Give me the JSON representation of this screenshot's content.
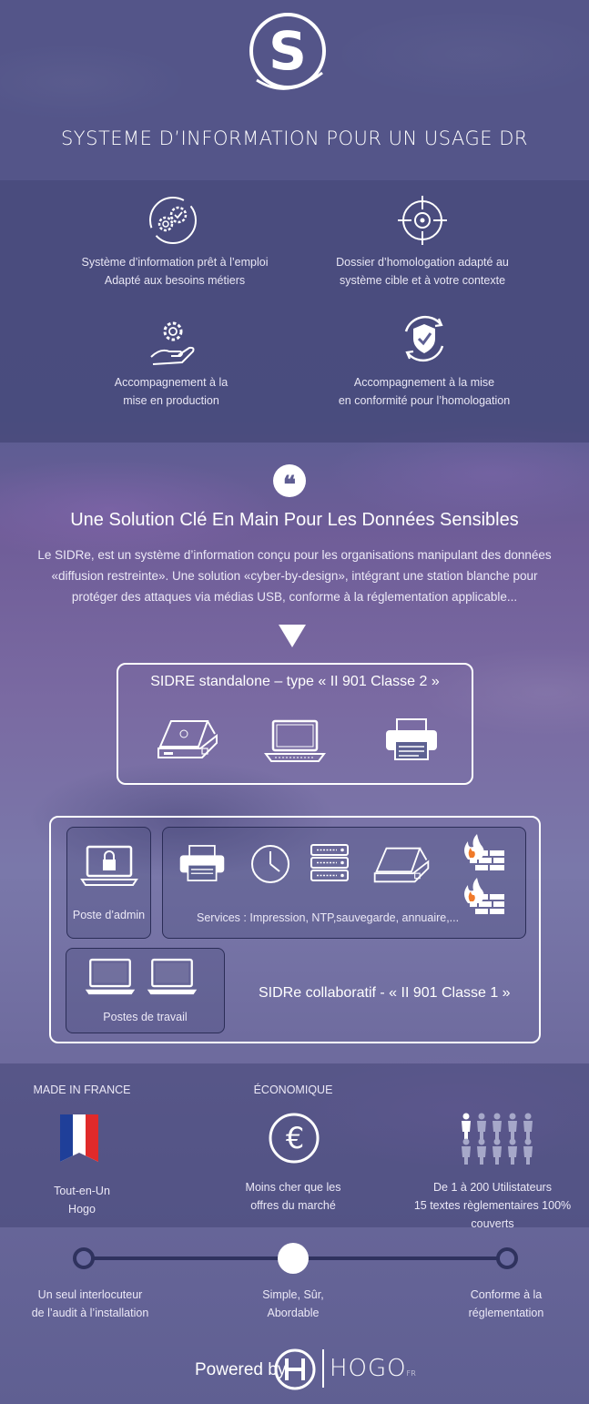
{
  "header": {
    "logo_letter": "S",
    "title": "SYSTEME D’INFORMATION POUR UN USAGE DR"
  },
  "features": [
    {
      "icon": "gears-cycle-icon",
      "line1": "Système d’information prêt à l’emploi",
      "line2": "Adapté aux besoins métiers"
    },
    {
      "icon": "crosshair-target-icon",
      "line1": "Dossier d’homologation adapté au",
      "line2": "système cible et à votre contexte"
    },
    {
      "icon": "hand-gear-icon",
      "line1": "Accompagnement à la",
      "line2": "mise en production"
    },
    {
      "icon": "shield-check-icon",
      "line1": "Accompagnement à la mise",
      "line2": "en conformité pour l’homologation"
    }
  ],
  "solution": {
    "quote_glyph": "❝",
    "title": "Une Solution Clé En Main Pour Les Données Sensibles",
    "body_line1": "Le SIDRe, est un système d’information conçu pour les organisations manipulant des données",
    "body_line2": "«diffusion restreinte». Une solution «cyber-by-design», intégrant une station blanche pour",
    "body_line3": "protéger des attaques via médias USB, conforme à la réglementation applicable..."
  },
  "standalone": {
    "title": "SIDRE standalone – type « II 901 Classe 2 »",
    "icons": [
      "kiosk-station-icon",
      "laptop-icon",
      "printer-icon"
    ]
  },
  "collaborative": {
    "admin_label": "Poste d’admin",
    "services_label": "Services : Impression, NTP,sauvegarde, annuaire,...",
    "workstations_label": "Postes de travail",
    "title": "SIDRe collaboratif - « II 901 Classe 1 »"
  },
  "benefits": [
    {
      "heading": "MADE IN FRANCE",
      "icon": "french-flag-icon",
      "line1": "Tout-en-Un",
      "line2": "Hogo"
    },
    {
      "heading": "ÉCONOMIQUE",
      "icon": "euro-coin-icon",
      "line1": "Moins cher que les",
      "line2": "offres du marché"
    },
    {
      "heading": "",
      "icon": "users-group-icon",
      "line1": "De 1 à 200 Utilistateurs",
      "line2": "15 textes règlementaires 100% couverts"
    }
  ],
  "timeline": [
    {
      "line1": "Un seul interlocuteur",
      "line2": "de l’audit à l’installation"
    },
    {
      "line1": "Simple, Sûr,",
      "line2": "Abordable"
    },
    {
      "line1": "Conforme à la",
      "line2": "réglementation"
    }
  ],
  "footer": {
    "powered_by": "Powered by",
    "brand": "HOGO",
    "brand_suffix": "FR"
  },
  "colors": {
    "accent_dark": "#2f325e",
    "flag_blue": "#1f3f99",
    "flag_red": "#e02a2a",
    "white": "#ffffff",
    "firewall_orange": "#f07a2a"
  }
}
